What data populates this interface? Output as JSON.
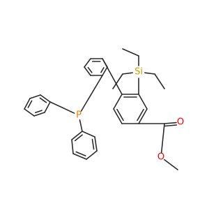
{
  "molecule": {
    "colors": {
      "bond": "#2b2b2b",
      "phosphorus": "#f07f00",
      "silicon": "#d4a000",
      "oxygen": "#ff0000"
    },
    "atom_labels": {
      "phosphorus": "P",
      "silicon": "Si",
      "carbonyl_oxygen": "O",
      "ester_oxygen": "O"
    }
  }
}
